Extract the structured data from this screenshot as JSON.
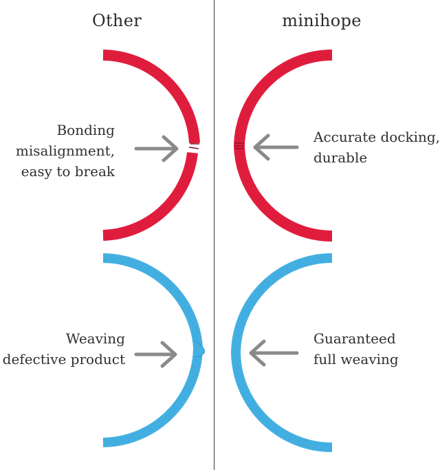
{
  "columns": {
    "left_title": "Other",
    "right_title": "minihope"
  },
  "annotations": {
    "bonding": [
      "Bonding",
      "misalignment,",
      "easy to break"
    ],
    "accurate": [
      "Accurate docking,",
      "durable"
    ],
    "weaving": [
      "Weaving",
      "defective product"
    ],
    "guaranteed": [
      "Guaranteed",
      "full weaving"
    ]
  },
  "colors": {
    "red_band": "#e11d3d",
    "blue_band": "#41aee0",
    "arrow": "#8a8a8a",
    "divider": "#3a3a3a"
  }
}
